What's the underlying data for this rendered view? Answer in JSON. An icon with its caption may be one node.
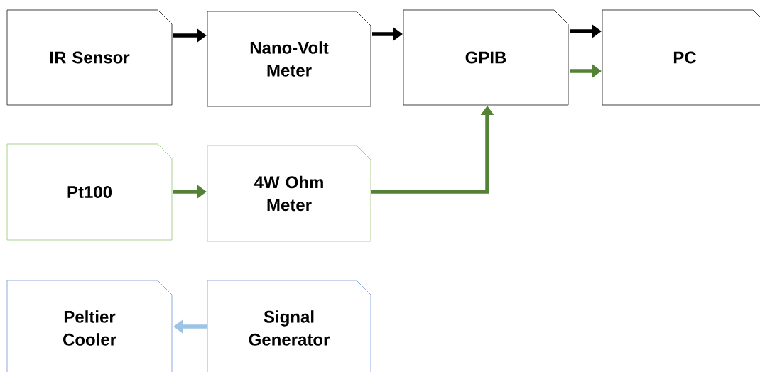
{
  "diagram": {
    "nodes": [
      {
        "text": [
          "IR Sensor"
        ]
      },
      {
        "text": [
          "Nano-Volt Meter"
        ]
      },
      {
        "text": [
          "GPIB"
        ]
      },
      {
        "text": [
          "PC"
        ]
      },
      {
        "text": [
          "Pt100"
        ]
      },
      {
        "text": [
          "4W Ohm Meter"
        ]
      },
      {
        "text": [
          "Peltier Cooler"
        ]
      },
      {
        "text": [
          "Signal Generator"
        ]
      }
    ],
    "edges": [
      {
        "from": 0,
        "to": 1,
        "arrow": "to"
      },
      {
        "from": 1,
        "to": 2,
        "arrow": "to"
      },
      {
        "from": 2,
        "to": 3,
        "arrow": "to"
      },
      {
        "from": 2,
        "to": 3,
        "arrow": "to",
        "color": "#548235"
      },
      {
        "from": 4,
        "to": 5,
        "arrow": "to",
        "color": "#548235"
      },
      {
        "from": 5,
        "to": 2,
        "arrow": "to",
        "color": "#548235"
      },
      {
        "from": 7,
        "to": 6,
        "arrow": "to",
        "color": "#9dc3e6"
      }
    ]
  }
}
